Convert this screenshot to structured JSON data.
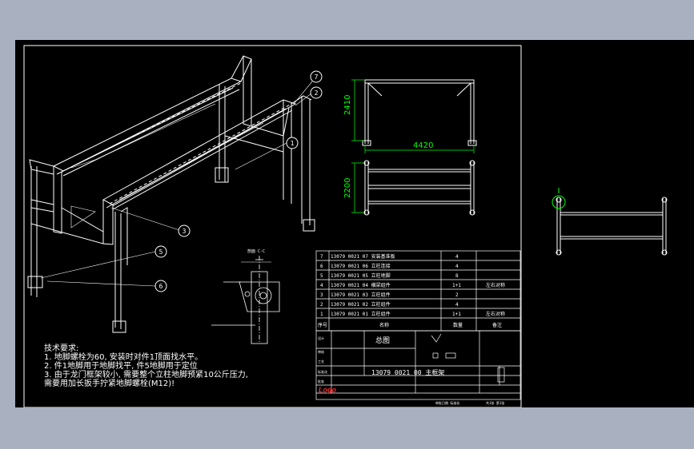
{
  "colors": {
    "background": "#a9b0c0",
    "viewport": "#000000",
    "lines": "#ffffff",
    "dimensions": "#00ff00",
    "logo": "#ff2a2a"
  },
  "dimensions": {
    "height_main": "2410",
    "width_main": "4420",
    "height_lower": "2200"
  },
  "balloons": [
    "7",
    "2",
    "1",
    "3",
    "5",
    "6"
  ],
  "section_label": "剖面 C-C",
  "tech_requirements": {
    "title": "技术要求:",
    "lines": [
      "1. 地脚螺栓为60, 安装时对件1顶面找水平。",
      "2. 件1地脚用于地脚找平, 件5地脚用于定位",
      "3. 由于龙门框架较小, 需要整个立柱地脚预紧10公斤压力,",
      "   需要用加长扳手拧紧地脚螺栓(M12)!"
    ]
  },
  "bom": {
    "rows": [
      {
        "no": "7",
        "code": "13079 0021 07 安装基准板",
        "qty": "4",
        "note": ""
      },
      {
        "no": "6",
        "code": "13079 0021 06 立柱连接",
        "qty": "4",
        "note": ""
      },
      {
        "no": "5",
        "code": "13079 0021 05 立柱地脚",
        "qty": "8",
        "note": ""
      },
      {
        "no": "4",
        "code": "13079 0021 04 横梁组件",
        "qty": "1+1",
        "note": "左右对称"
      },
      {
        "no": "3",
        "code": "13079 0021 03 立柱组件",
        "qty": "2",
        "note": ""
      },
      {
        "no": "2",
        "code": "13079 0021 02 立柱组件",
        "qty": "4",
        "note": ""
      },
      {
        "no": "1",
        "code": "13079 0021 01 立柱组件",
        "qty": "1+1",
        "note": "左右对称"
      }
    ],
    "header": {
      "no": "序号",
      "code": "名称",
      "qty": "数量",
      "note": "备注"
    }
  },
  "title_block": {
    "title": "总图",
    "drawing_number": "13079 0021 00 主框架",
    "company": "Logo",
    "footer_left": "审批日期  标准化",
    "footer_right": "共1张  第1张"
  }
}
